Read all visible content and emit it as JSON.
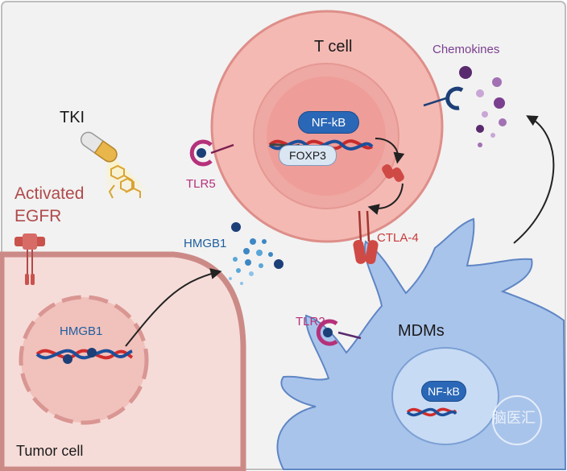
{
  "labels": {
    "t_cell": "T cell",
    "chemokines": "Chemokines",
    "tki": "TKI",
    "nfkb": "NF-kB",
    "foxp3": "FOXP3",
    "tlr5": "TLR5",
    "activated": "Activated",
    "egfr": "EGFR",
    "hmgb1": "HMGB1",
    "ctla4": "CTLA-4",
    "tlr2": "TLR2",
    "mdms": "MDMs",
    "tumor_cell": "Tumor cell"
  },
  "watermark": "脑医汇",
  "colors": {
    "t_cell_fill": "#f4b9b3",
    "t_cell_nucleus": "#ef9b97",
    "mdm_fill": "#a9c4eb",
    "mdm_nucleus": "#c8dbf4",
    "tumor_fill": "#f6dcd8",
    "tumor_nucleus": "#f1c1bc",
    "nfkb": "#2a67b6",
    "ctla4": "#d04a45",
    "chemokine": "#7a3f8f",
    "hmgb1": "#1f5fa0",
    "dna_red": "#d02c2c",
    "dna_blue": "#1c4f9a"
  }
}
